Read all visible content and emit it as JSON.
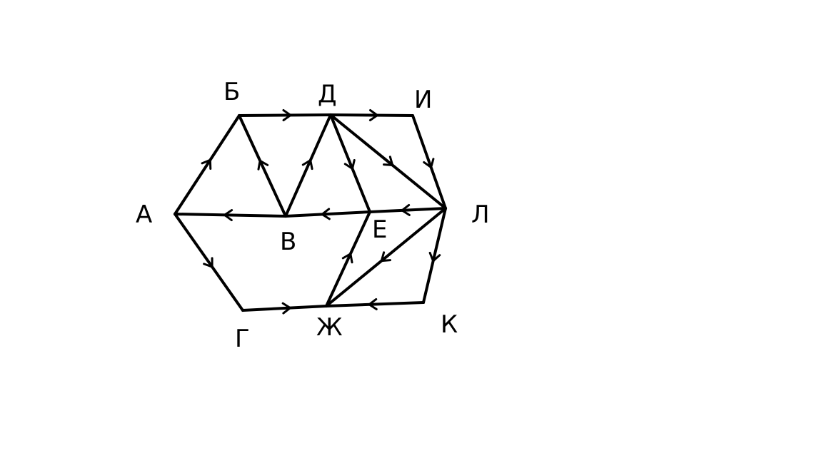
{
  "diagram": {
    "nodes": [
      {
        "id": "A",
        "label": "А"
      },
      {
        "id": "B",
        "label": "Б"
      },
      {
        "id": "V",
        "label": "В"
      },
      {
        "id": "G",
        "label": "Г"
      },
      {
        "id": "D",
        "label": "Д"
      },
      {
        "id": "E",
        "label": "Е"
      },
      {
        "id": "Zh",
        "label": "Ж"
      },
      {
        "id": "I",
        "label": "И"
      },
      {
        "id": "K",
        "label": "К"
      },
      {
        "id": "L",
        "label": "Л"
      }
    ],
    "edges": [
      {
        "from": "A",
        "to": "B"
      },
      {
        "from": "B",
        "to": "D"
      },
      {
        "from": "D",
        "to": "I"
      },
      {
        "from": "I",
        "to": "L"
      },
      {
        "from": "V",
        "to": "B"
      },
      {
        "from": "V",
        "to": "D"
      },
      {
        "from": "D",
        "to": "E"
      },
      {
        "from": "D",
        "to": "L"
      },
      {
        "from": "V",
        "to": "A"
      },
      {
        "from": "E",
        "to": "V"
      },
      {
        "from": "L",
        "to": "E"
      },
      {
        "from": "A",
        "to": "G"
      },
      {
        "from": "G",
        "to": "Zh"
      },
      {
        "from": "Zh",
        "to": "E"
      },
      {
        "from": "L",
        "to": "Zh"
      },
      {
        "from": "L",
        "to": "K"
      },
      {
        "from": "K",
        "to": "Zh"
      }
    ],
    "stroke_color": "#000000",
    "background_color": "#ffffff"
  }
}
